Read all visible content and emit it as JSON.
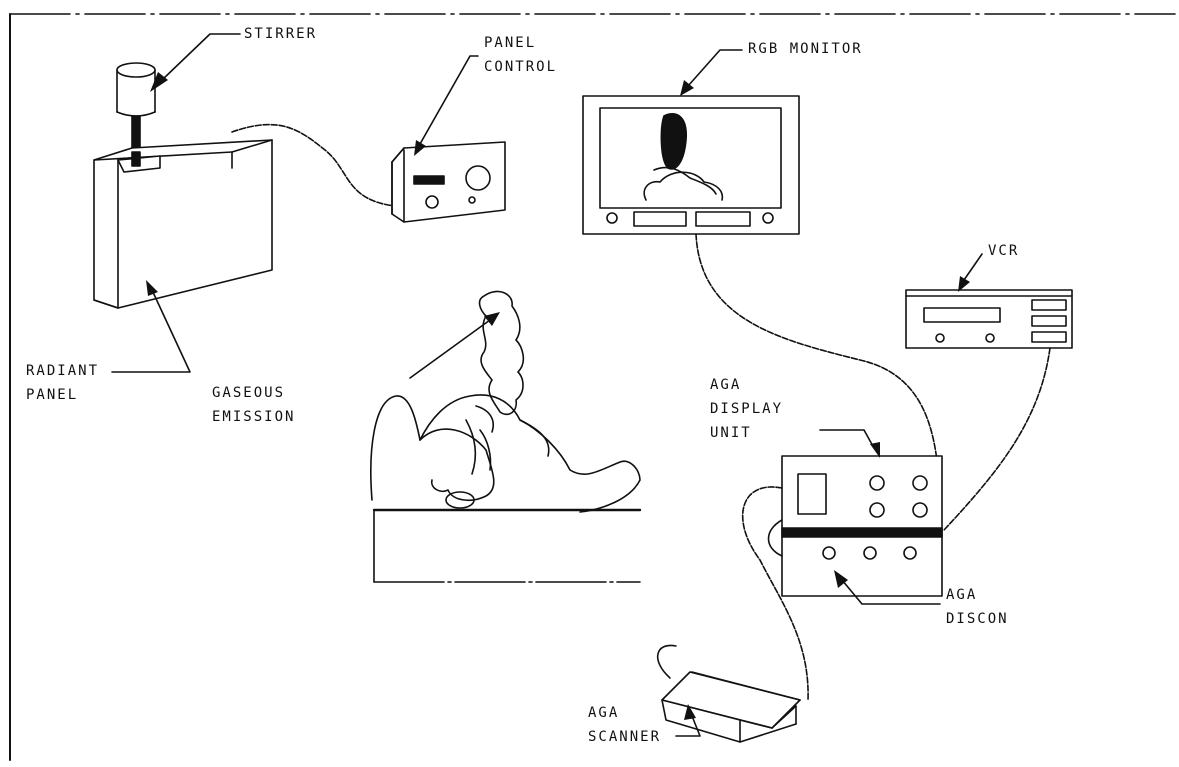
{
  "labels": {
    "stirrer": "STIRRER",
    "panel_control_line1": "PANEL",
    "panel_control_line2": "CONTROL",
    "rgb_monitor": "RGB MONITOR",
    "vcr": "VCR",
    "radiant_panel_line1": "RADIANT",
    "radiant_panel_line2": "PANEL",
    "gaseous_emission_line1": "GASEOUS",
    "gaseous_emission_line2": "EMISSION",
    "aga_display_line1": "AGA",
    "aga_display_line2": "DISPLAY",
    "aga_display_line3": "UNIT",
    "aga_discon_line1": "AGA",
    "aga_discon_line2": "DISCON",
    "aga_scanner_line1": "AGA",
    "aga_scanner_line2": "SCANNER"
  },
  "colors": {
    "ink": "#111111",
    "paper": "#ffffff"
  }
}
